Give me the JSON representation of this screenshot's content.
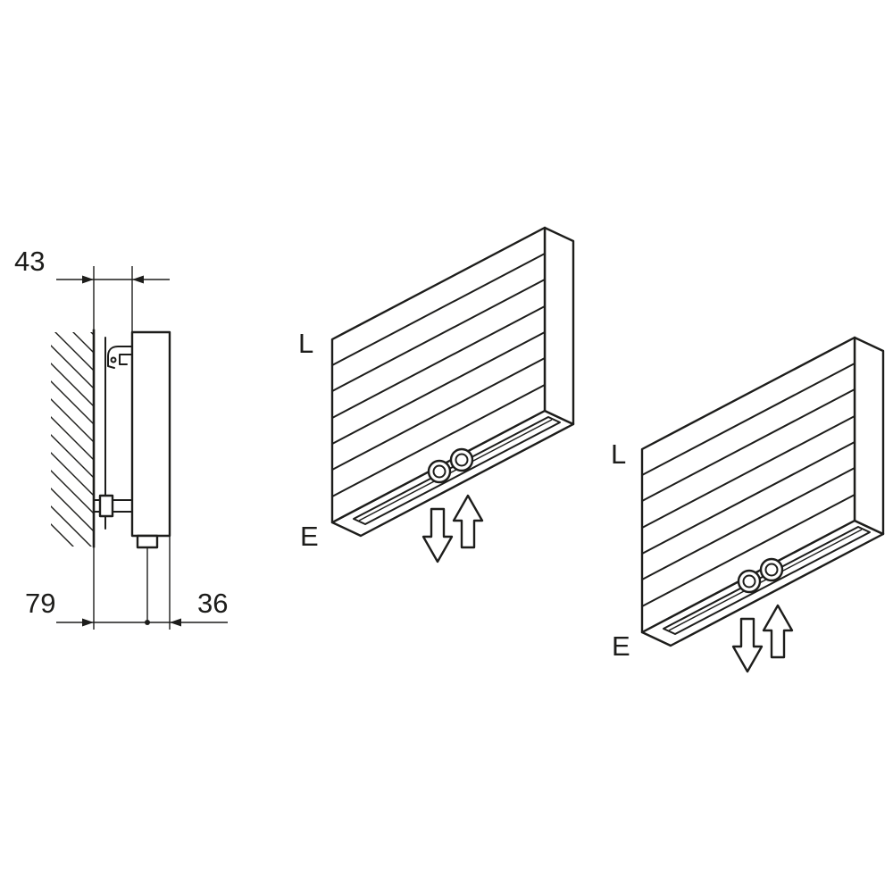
{
  "drawing": {
    "background": "#ffffff",
    "line_color": "#1d1d1b",
    "side_view": {
      "dim_wall_gap": "43",
      "dim_wall_to_pipe": "79",
      "dim_pipe_to_front": "36"
    },
    "radiator_front": {
      "label_top": "L",
      "label_bottom": "E"
    },
    "radiator_back": {
      "label_top": "L",
      "label_bottom": "E"
    },
    "icons": {
      "flow_down": "block-arrow-down",
      "flow_up": "block-arrow-up"
    }
  }
}
